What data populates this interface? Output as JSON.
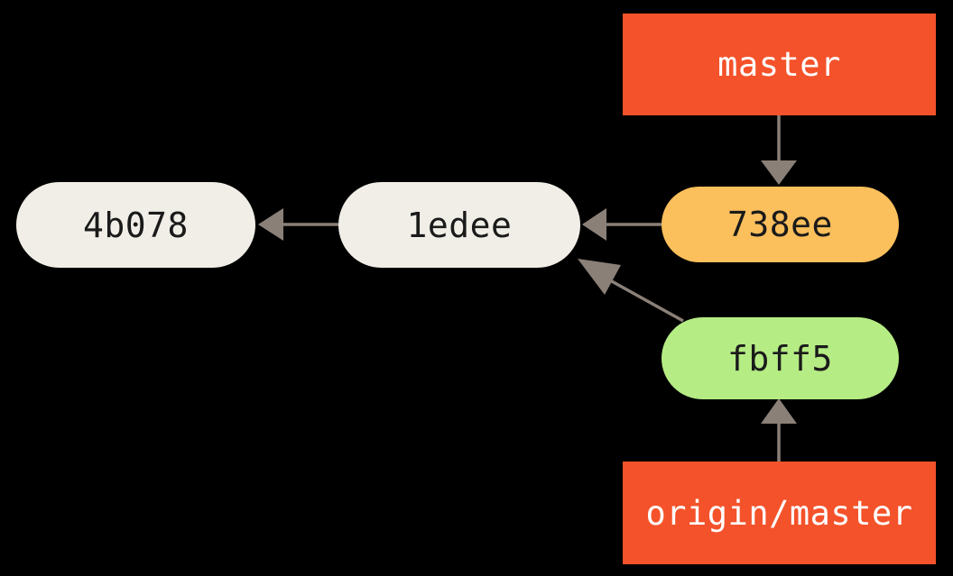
{
  "diagram": {
    "title": "git commit graph with master and origin/master refs",
    "background": "#000000",
    "edge_color": "#8A8078",
    "nodes": [
      {
        "id": "4b078",
        "label": "4b078",
        "kind": "commit",
        "shape": "rounded-pill",
        "fill": "#F0EEE6",
        "text_color": "#1A1A1A"
      },
      {
        "id": "1edee",
        "label": "1edee",
        "kind": "commit",
        "shape": "rounded-pill",
        "fill": "#F0EEE6",
        "text_color": "#1A1A1A"
      },
      {
        "id": "738ee",
        "label": "738ee",
        "kind": "commit",
        "shape": "rounded-pill",
        "fill": "#FBBF5C",
        "text_color": "#1A1A1A"
      },
      {
        "id": "fbff5",
        "label": "fbff5",
        "kind": "commit",
        "shape": "rounded-pill",
        "fill": "#B5EC84",
        "text_color": "#1A1A1A"
      },
      {
        "id": "master",
        "label": "master",
        "kind": "ref",
        "shape": "rectangle",
        "fill": "#F4522A",
        "text_color": "#FFFFFF"
      },
      {
        "id": "origin-master",
        "label": "origin/master",
        "kind": "ref",
        "shape": "rectangle",
        "fill": "#F4522A",
        "text_color": "#FFFFFF"
      }
    ],
    "edges": [
      {
        "id": "edge-master-738ee",
        "from": "master",
        "to": "738ee",
        "direction": "down"
      },
      {
        "id": "edge-738ee-1edee",
        "from": "738ee",
        "to": "1edee",
        "direction": "left"
      },
      {
        "id": "edge-1edee-4b078",
        "from": "1edee",
        "to": "4b078",
        "direction": "left"
      },
      {
        "id": "edge-fbff5-1edee",
        "from": "fbff5",
        "to": "1edee",
        "direction": "up-left"
      },
      {
        "id": "edge-origin-master-fbff5",
        "from": "origin-master",
        "to": "fbff5",
        "direction": "up"
      }
    ]
  }
}
